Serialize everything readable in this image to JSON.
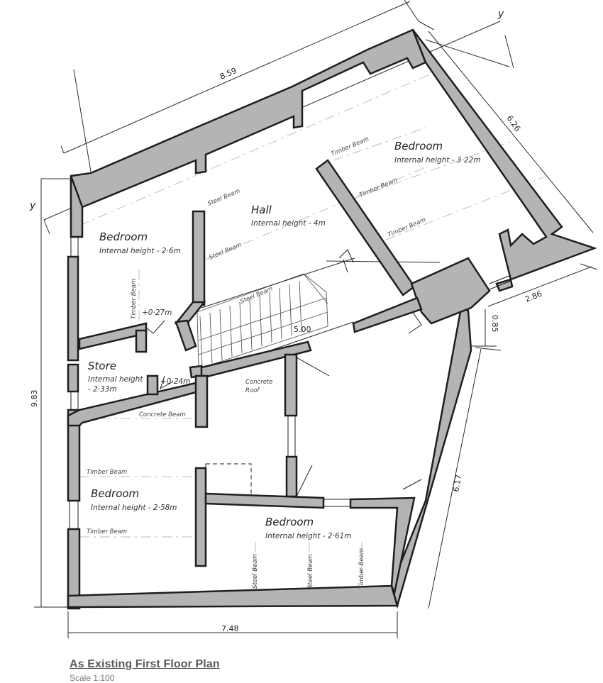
{
  "rooms": {
    "bedroom_nw": {
      "name": "Bedroom",
      "height": "Internal height - 2·6m"
    },
    "hall": {
      "name": "Hall",
      "height": "Internal height - 4m"
    },
    "bedroom_ne": {
      "name": "Bedroom",
      "height": "Internal height - 3·22m"
    },
    "store": {
      "name": "Store",
      "height_line1": "Internal height",
      "height_line2": "- 2·33m"
    },
    "bedroom_sw": {
      "name": "Bedroom",
      "height": "Internal height - 2·58m"
    },
    "bedroom_s": {
      "name": "Bedroom",
      "height": "Internal height - 2·61m"
    },
    "concrete_roof": {
      "line1": "Concrete",
      "line2": "Roof"
    }
  },
  "beams": {
    "steel": "Steel Beam",
    "timber": "Timber Beam",
    "concrete": "Concrete Beam"
  },
  "levels": {
    "bedroom_step": "+0·27m",
    "store_step": "+0·24m"
  },
  "dimensions": {
    "top": "8.59",
    "right_upper": "6.26",
    "left": "9.83",
    "right_small": "2.86",
    "right_tiny": "0.85",
    "right_lower": "6.17",
    "bottom": "7.48",
    "stair": "5.00"
  },
  "axis": {
    "left": "y",
    "right": "y"
  },
  "caption": {
    "title": "As Existing First Floor Plan",
    "scale": "Scale 1:100"
  }
}
